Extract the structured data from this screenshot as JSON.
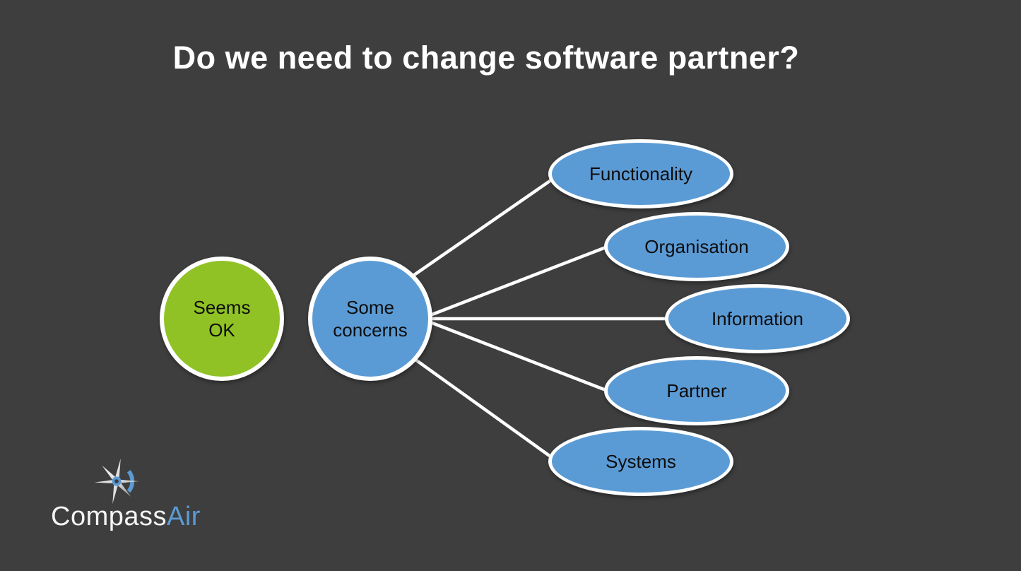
{
  "slide": {
    "title": "Do we need to change software partner?",
    "background_color": "#3e3e3e"
  },
  "diagram": {
    "status_node": {
      "label": "Seems OK",
      "lines": [
        "Seems",
        "OK"
      ],
      "fill_color": "#90c226"
    },
    "hub_node": {
      "label": "Some concerns",
      "lines": [
        "Some",
        "concerns"
      ],
      "fill_color": "#5b9bd5"
    },
    "branch_nodes": [
      {
        "label": "Functionality"
      },
      {
        "label": "Organisation"
      },
      {
        "label": "Information"
      },
      {
        "label": "Partner"
      },
      {
        "label": "Systems"
      }
    ],
    "branch_fill_color": "#5b9bd5",
    "border_color": "#ffffff",
    "connector_color": "#ffffff",
    "text_color": "#0d0d0d"
  },
  "logo": {
    "icon": "compass-rose-icon",
    "text_primary": "Compass",
    "text_accent": "Air",
    "accent_color": "#5b9bd5"
  }
}
